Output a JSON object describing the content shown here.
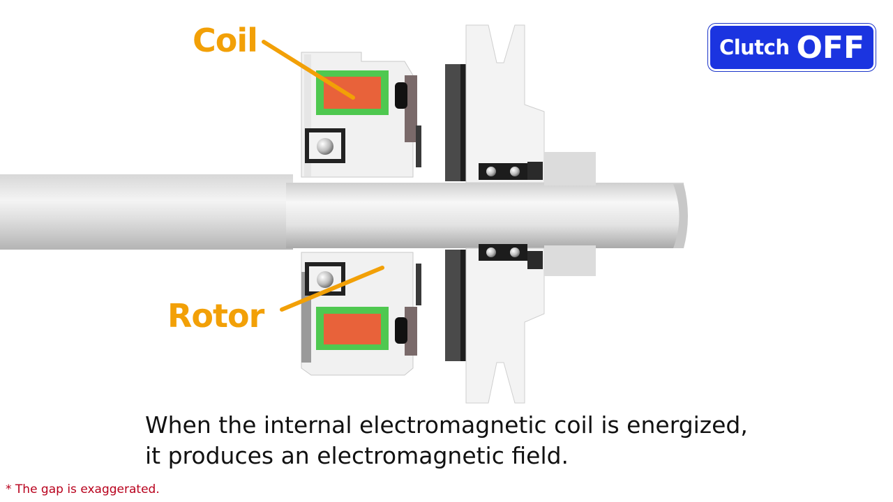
{
  "labels": {
    "coil": "Coil",
    "rotor": "Rotor"
  },
  "badge": {
    "prefix": "Clutch",
    "state": "OFF"
  },
  "caption": {
    "line1": "When the internal electromagnetic coil is energized,",
    "line2": "it produces an electromagnetic field."
  },
  "footnote": "* The gap is exaggerated.",
  "colors": {
    "accent_orange": "#f2a007",
    "badge_blue": "#1b34e0",
    "coil_fill": "#e8623a",
    "coil_border": "#4fc850",
    "footnote_red": "#b8001c"
  }
}
